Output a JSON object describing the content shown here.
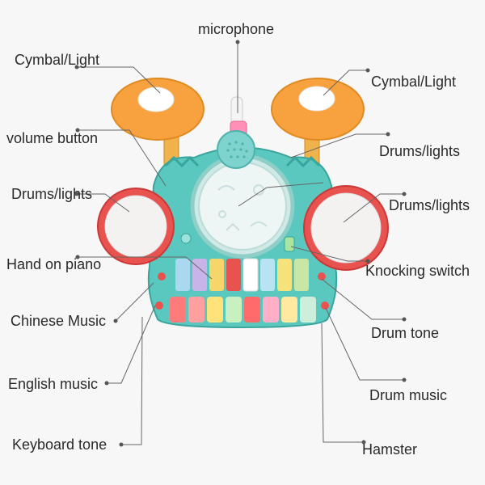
{
  "labels": {
    "microphone": "microphone",
    "cymbal_left": "Cymbal/Light",
    "cymbal_right": "Cymbal/Light",
    "volume_button": "volume button",
    "drums_right_top": "Drums/lights",
    "drums_left": "Drums/lights",
    "drums_right": "Drums/lights",
    "hand_on_piano": "Hand on piano",
    "knocking_switch": "Knocking switch",
    "chinese_music": "Chinese Music",
    "drum_tone": "Drum tone",
    "english_music": "English music",
    "drum_music": "Drum music",
    "keyboard_tone": "Keyboard tone",
    "hamster": "Hamster"
  },
  "colors": {
    "cymbal": "#f7a23e",
    "body_teal": "#5bc8c0",
    "drum_red": "#e8524f",
    "leader_line": "#555555"
  }
}
